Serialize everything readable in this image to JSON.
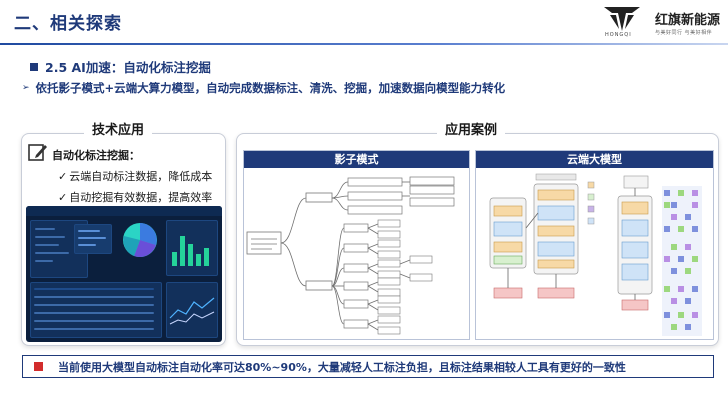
{
  "header": {
    "title": "二、相关探索",
    "logo_caption": "HONGQI",
    "brand_name": "红旗新能源",
    "brand_sub": "与美好同行 与美好相伴"
  },
  "section": {
    "title": "2.5 AI加速：自动化标注挖掘",
    "subtitle": "依托影子模式+云端大算力模型，自动完成数据标注、清洗、挖掘，加速数据向模型能力转化"
  },
  "left_panel": {
    "title": "技术应用",
    "feature_title": "自动化标注挖掘：",
    "items": [
      "云端自动标注数据，降低成本",
      "自动挖掘有效数据，提高效率"
    ]
  },
  "right_panel": {
    "title": "应用案例",
    "case_left_title": "影子模式",
    "case_right_title": "云端大模型"
  },
  "bottom": {
    "text": "当前使用大模型自动标注自动化率可达80%~90%，大量减轻人工标注负担，且标注结果相较人工具有更好的一致性"
  },
  "colors": {
    "accent": "#1f3a7a",
    "warning": "#d22c2c"
  }
}
